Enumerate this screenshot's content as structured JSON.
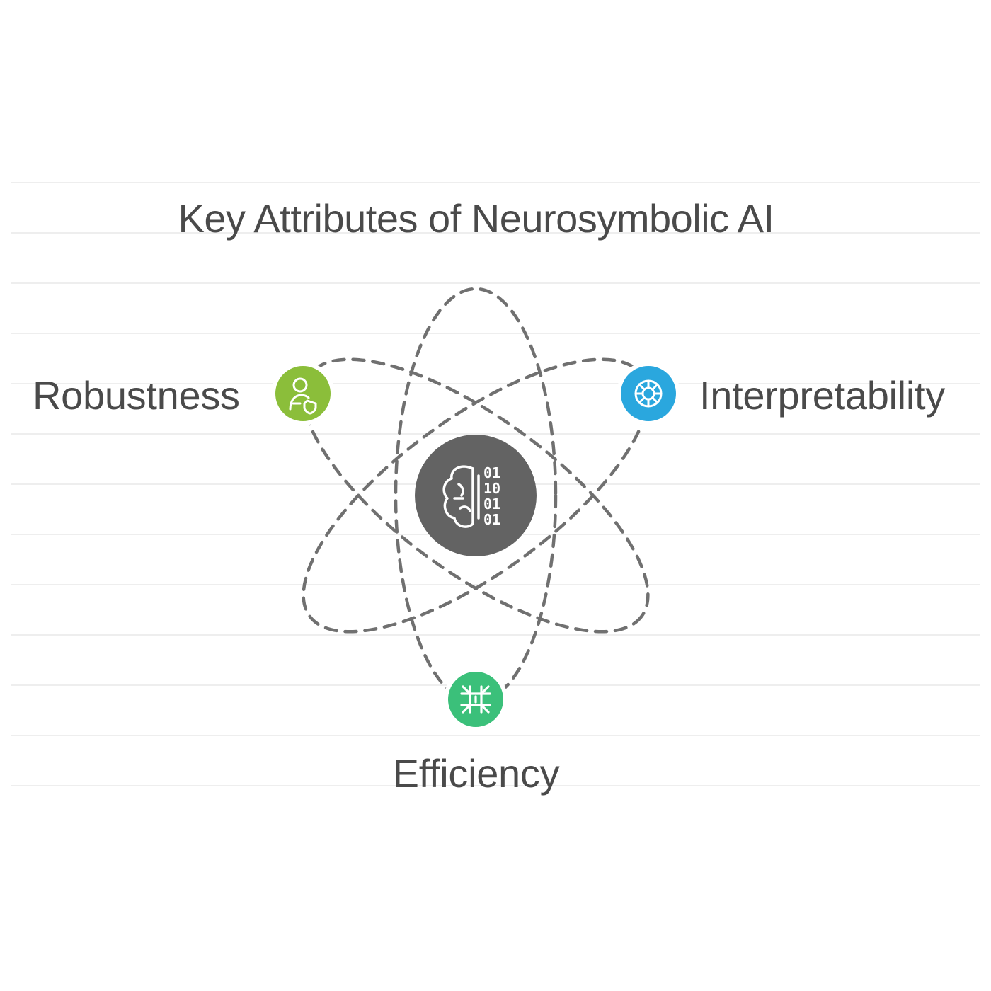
{
  "title": "Key Attributes of Neurosymbolic AI",
  "center": {
    "icon": "brain-binary-icon",
    "color": "#636363"
  },
  "attributes": [
    {
      "label": "Robustness",
      "icon": "person-shield-icon",
      "color": "#8bbe3a"
    },
    {
      "label": "Interpretability",
      "icon": "network-globe-icon",
      "color": "#2aa7de"
    },
    {
      "label": "Efficiency",
      "icon": "grid-circuit-icon",
      "color": "#3bc07a"
    }
  ],
  "orbit_color": "#707070",
  "guide_line_color": "#eeeeee"
}
